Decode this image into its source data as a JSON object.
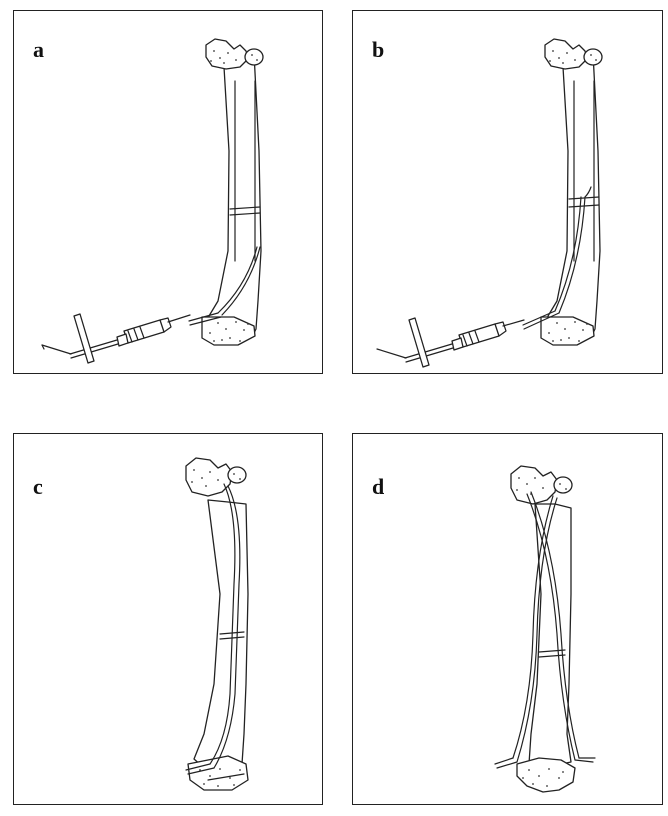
{
  "panels": [
    {
      "id": "a",
      "label": "a"
    },
    {
      "id": "b",
      "label": "b"
    },
    {
      "id": "c",
      "label": "c"
    },
    {
      "id": "d",
      "label": "d"
    }
  ],
  "colors": {
    "line": "#222222",
    "background": "#ffffff"
  }
}
